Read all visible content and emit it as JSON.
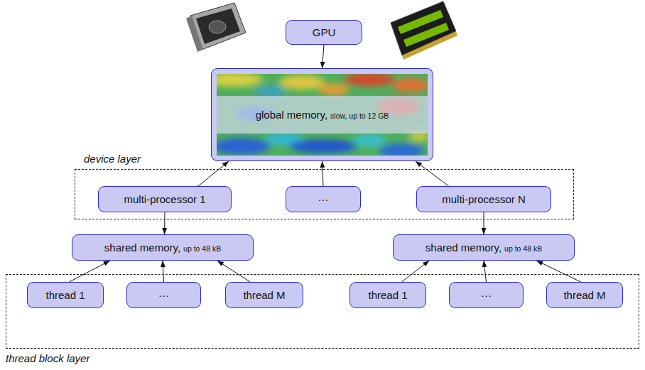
{
  "diagram": {
    "nodes": [
      {
        "text": [
          "GPU"
        ]
      },
      {
        "text": [
          "global memory,",
          "slow, up to 12 GB"
        ]
      },
      {
        "text": [
          "device layer"
        ]
      },
      {
        "text": [
          "multi-processor 1"
        ],
        "in": 2
      },
      {
        "text": [
          "···"
        ],
        "in": 2
      },
      {
        "text": [
          "multi-processor N"
        ],
        "in": 2
      },
      {
        "text": [
          "shared memory,",
          "up to 48 kB"
        ]
      },
      {
        "text": [
          "shared memory,",
          "up to 48 kB"
        ]
      },
      {
        "text": [
          "thread block layer"
        ]
      },
      {
        "text": [
          "thread 1"
        ],
        "in": 8
      },
      {
        "text": [
          "···"
        ],
        "in": 8
      },
      {
        "text": [
          "thread M"
        ],
        "in": 8
      },
      {
        "text": [
          "thread 1"
        ],
        "in": 8
      },
      {
        "text": [
          "···"
        ],
        "in": 8
      },
      {
        "text": [
          "thread M"
        ],
        "in": 8
      }
    ],
    "edges": [
      {
        "from": 0,
        "to": 1,
        "arrow": "to"
      },
      {
        "from": 3,
        "to": 1,
        "arrow": "to"
      },
      {
        "from": 4,
        "to": 1,
        "arrow": "to"
      },
      {
        "from": 5,
        "to": 1,
        "arrow": "to"
      },
      {
        "from": 3,
        "to": 6,
        "arrow": "to"
      },
      {
        "from": 5,
        "to": 7,
        "arrow": "to"
      },
      {
        "from": 9,
        "to": 6,
        "arrow": "to"
      },
      {
        "from": 10,
        "to": 6,
        "arrow": "to"
      },
      {
        "from": 11,
        "to": 6,
        "arrow": "to"
      },
      {
        "from": 12,
        "to": 7,
        "arrow": "to"
      },
      {
        "from": 13,
        "to": 7,
        "arrow": "to"
      },
      {
        "from": 14,
        "to": 7,
        "arrow": "to"
      }
    ]
  }
}
